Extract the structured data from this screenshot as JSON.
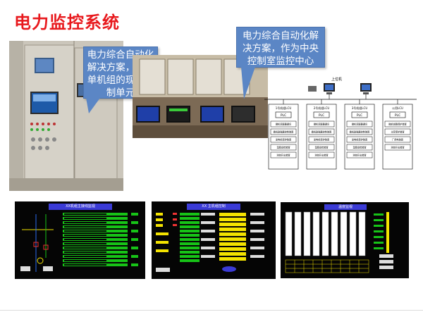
{
  "title": "电力监控系统",
  "callouts": {
    "left": "电力综合自动化解决方案，作为单机组的现地控制单元",
    "middle": "电力综合自动化解决方案，作为中央控制室监控中心"
  },
  "colors": {
    "title": "#e8191d",
    "callout_bg": "#5b86c5",
    "screen_bg": "#050505",
    "screen_header": "#3b3bd6",
    "screen_yellow": "#f4e300",
    "screen_green": "#17c317"
  },
  "diagram": {
    "top_label": "上位机",
    "units": [
      {
        "header": "1号机组LCU",
        "plc": "PLC",
        "rows": [
          "微机调速器通讯",
          "微机励磁器控制装置",
          "发电机保护装置",
          "温度巡检装置",
          "测控开出装置"
        ]
      },
      {
        "header": "2号机组LCU",
        "plc": "PLC",
        "rows": [
          "微机调速器通讯",
          "微机励磁器控制装置",
          "发电机保护装置",
          "温度巡检装置",
          "测控开出装置"
        ]
      },
      {
        "header": "3号机组LCU",
        "plc": "PLC",
        "rows": [
          "微机调速器通讯",
          "微机励磁器控制装置",
          "发电机保护装置",
          "温度巡检装置",
          "测控开出装置"
        ]
      },
      {
        "header": "公用LCU",
        "plc": "PLC",
        "rows": [
          "微机线路保护装置",
          "主变保护装置",
          "厂用电装置",
          "测控开出装置"
        ]
      }
    ]
  },
  "screens": {
    "left_header": "XX机组主接线监视",
    "middle_header": "XX 主机组控制",
    "right_header": "温度监视"
  }
}
